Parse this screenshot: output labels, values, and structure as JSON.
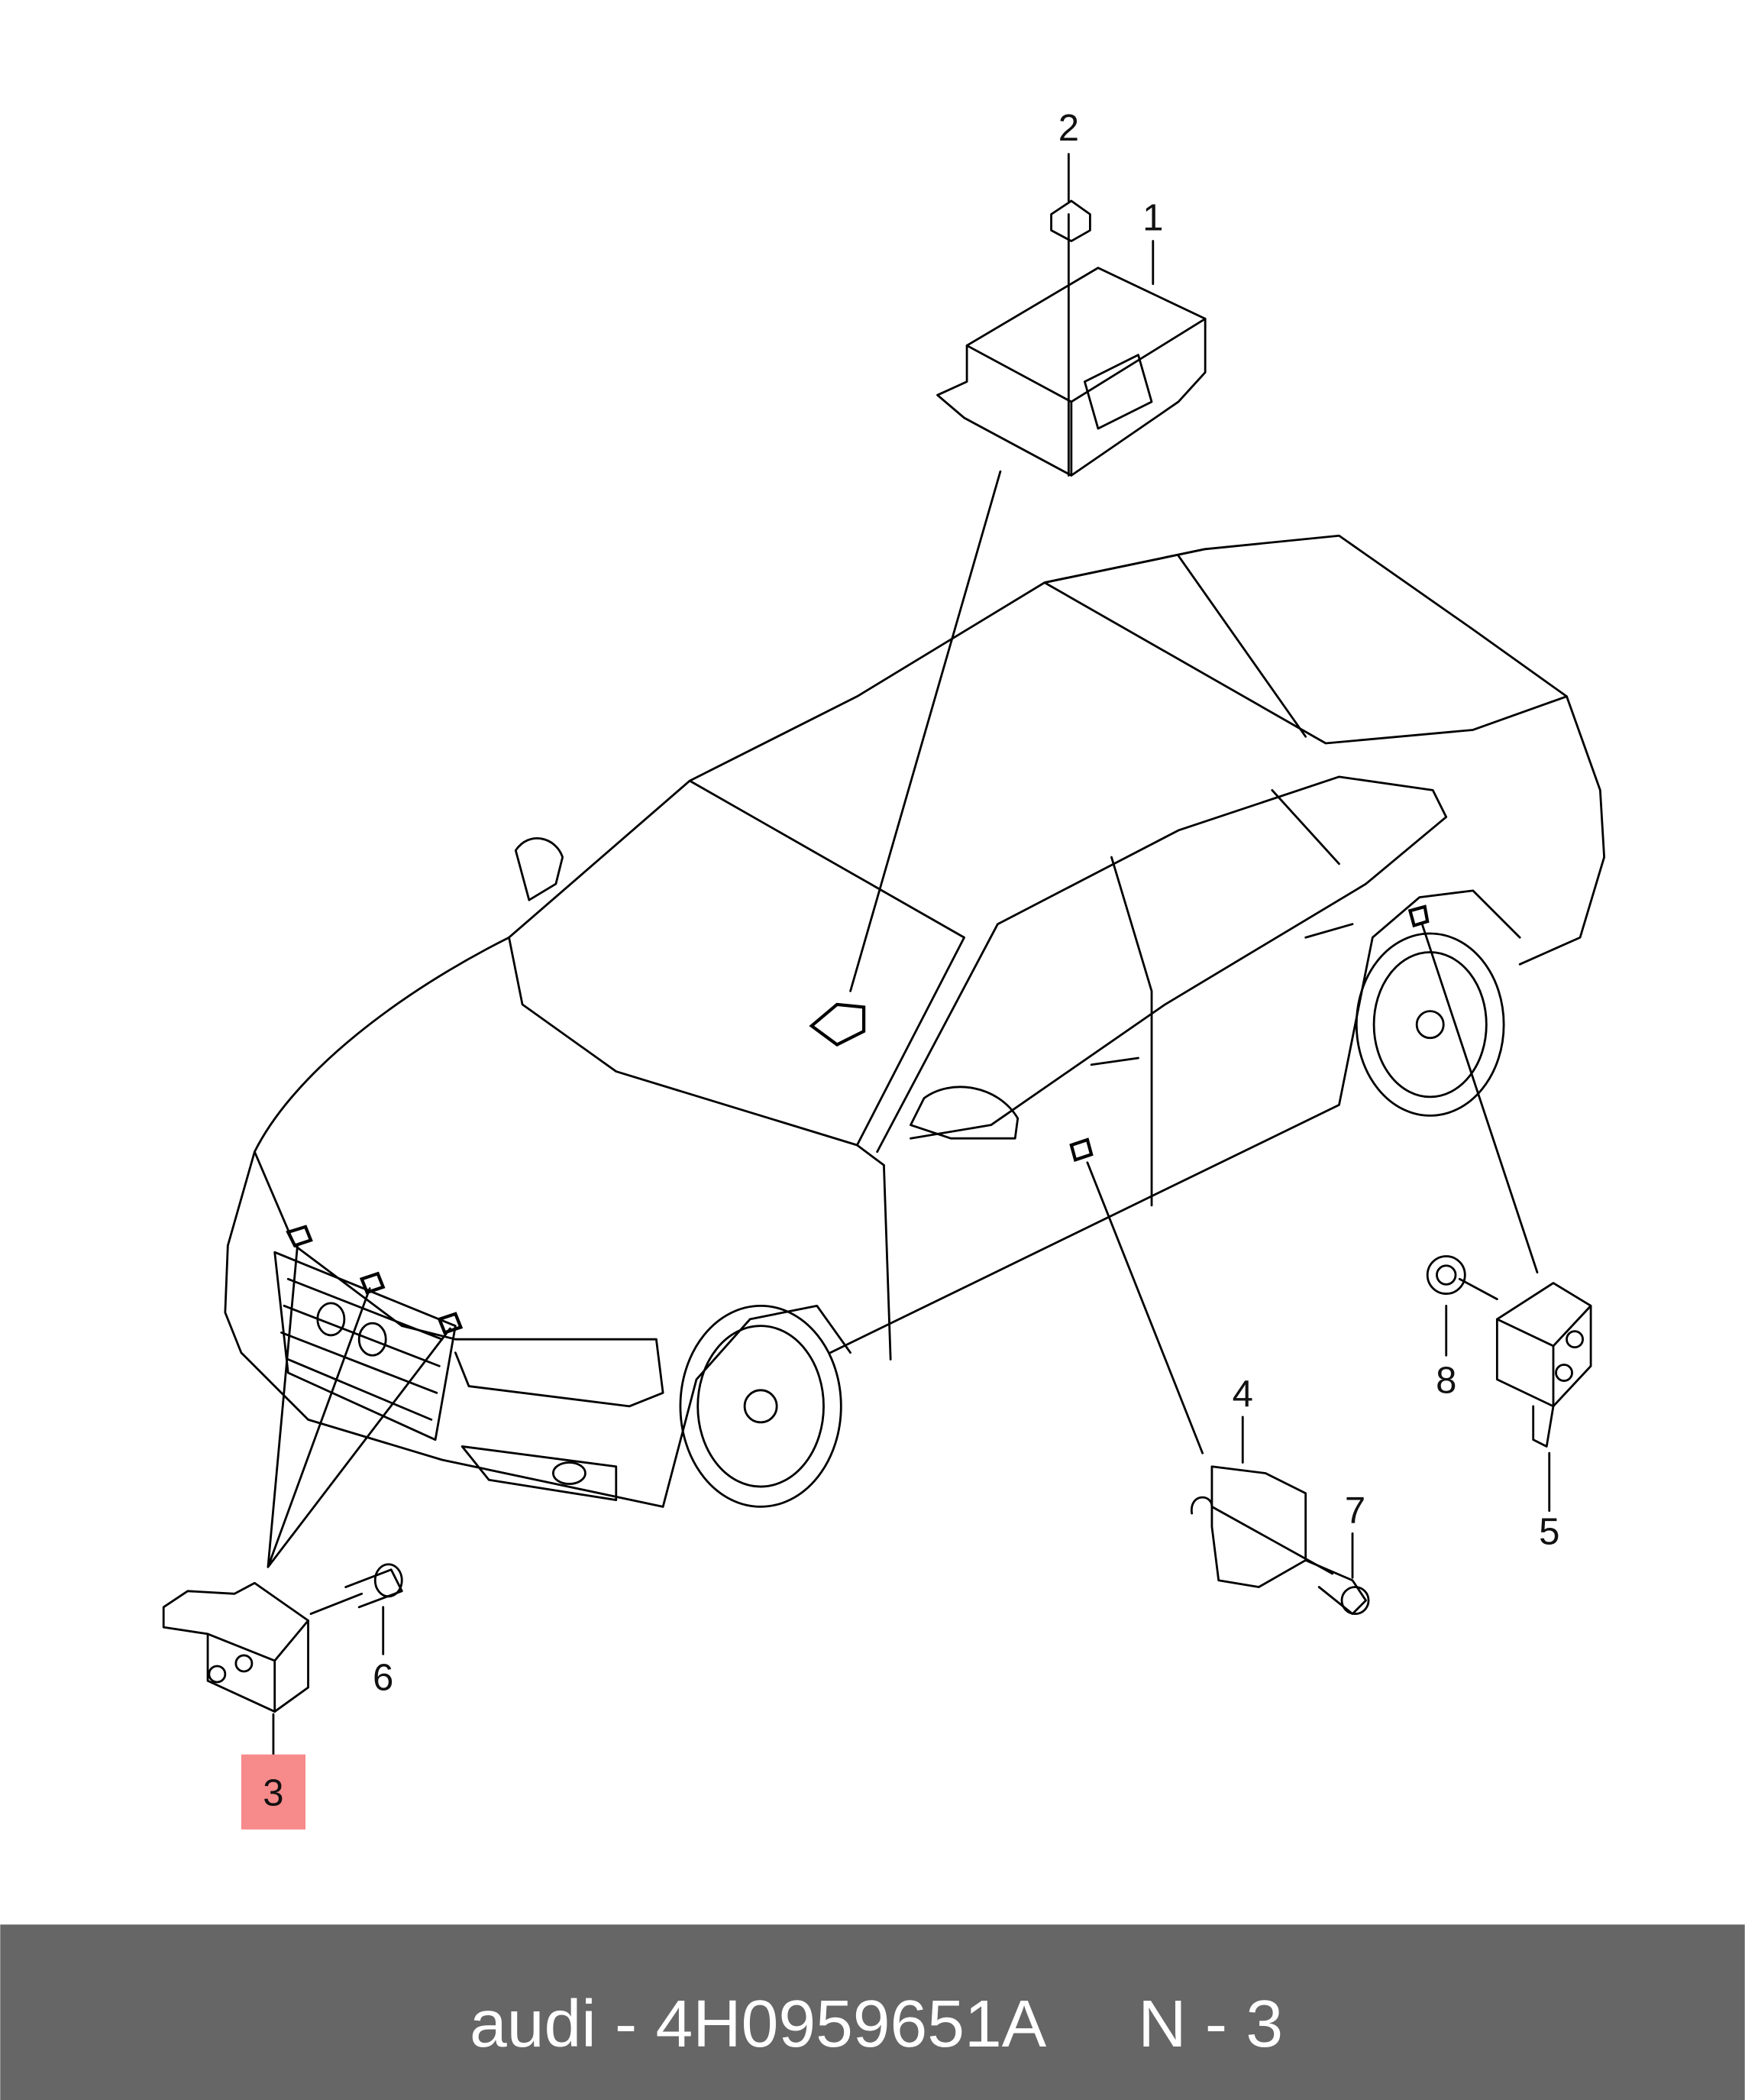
{
  "callouts": {
    "c1": "1",
    "c2": "2",
    "c3": "3",
    "c4": "4",
    "c5": "5",
    "c6": "6",
    "c7": "7",
    "c8": "8"
  },
  "highlight": {
    "part": "3",
    "color": "#f78a8a"
  },
  "footer": {
    "brand_part": "audi - 4H0959651A",
    "position": "N - 3",
    "background": "#666666"
  }
}
